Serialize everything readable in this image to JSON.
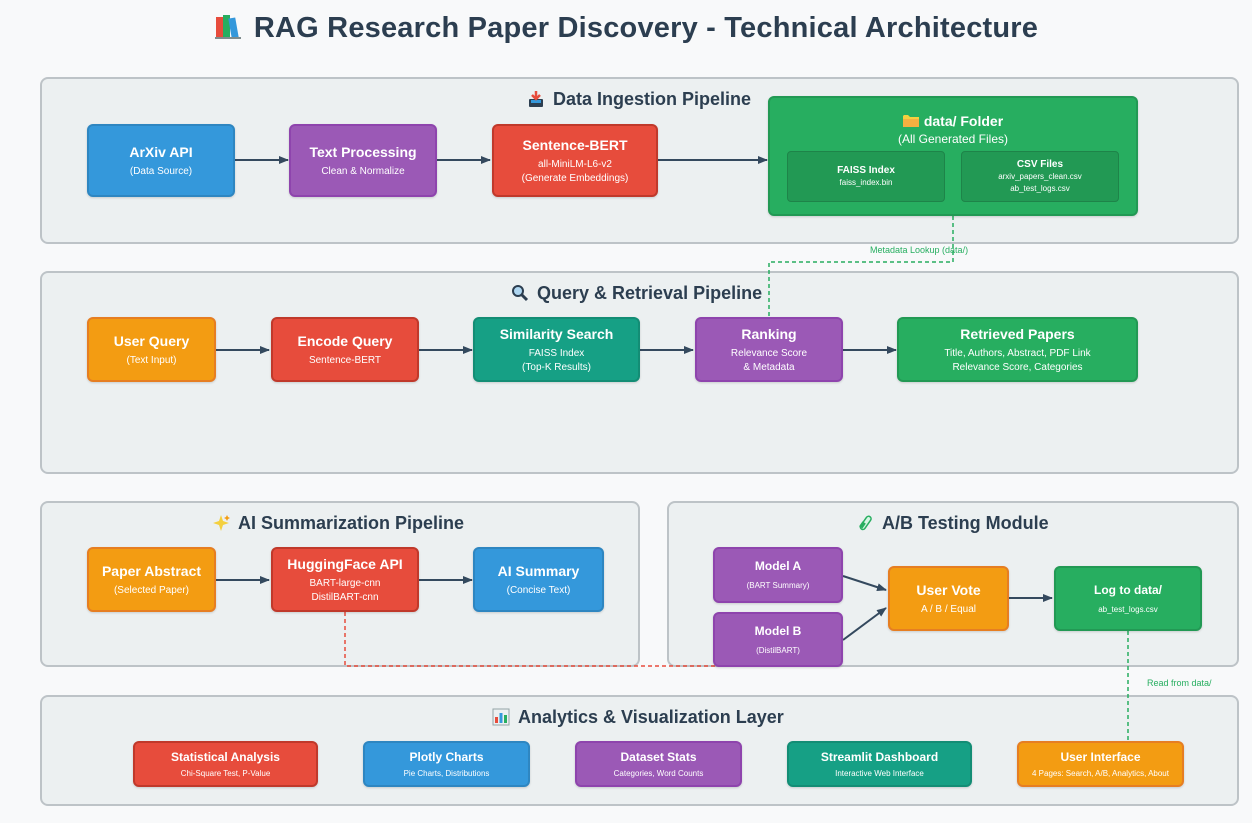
{
  "title": "RAG Research Paper Discovery - Technical Architecture",
  "sections": {
    "ingestion": "Data Ingestion Pipeline",
    "query": "Query & Retrieval Pipeline",
    "summarization": "AI Summarization Pipeline",
    "ab": "A/B Testing Module",
    "analytics": "Analytics & Visualization Layer"
  },
  "ingestion": {
    "arxiv": {
      "title": "ArXiv API",
      "sub": "(Data Source)"
    },
    "text": {
      "title": "Text Processing",
      "sub": "Clean & Normalize"
    },
    "sbert": {
      "title": "Sentence-BERT",
      "sub1": "all-MiniLM-L6-v2",
      "sub2": "(Generate Embeddings)"
    },
    "folder": {
      "title": "data/ Folder",
      "sub": "(All Generated Files)",
      "faiss": {
        "title": "FAISS Index",
        "file": "faiss_index.bin"
      },
      "csv": {
        "title": "CSV Files",
        "file1": "arxiv_papers_clean.csv",
        "file2": "ab_test_logs.csv"
      }
    }
  },
  "links": {
    "metadata": "Metadata Lookup (data/)",
    "read": "Read from data/"
  },
  "query": {
    "user": {
      "title": "User Query",
      "sub": "(Text Input)"
    },
    "encode": {
      "title": "Encode Query",
      "sub": "Sentence-BERT"
    },
    "similarity": {
      "title": "Similarity Search",
      "sub1": "FAISS Index",
      "sub2": "(Top-K Results)"
    },
    "ranking": {
      "title": "Ranking",
      "sub1": "Relevance Score",
      "sub2": "& Metadata"
    },
    "retrieved": {
      "title": "Retrieved Papers",
      "sub1": "Title, Authors, Abstract, PDF Link",
      "sub2": "Relevance Score, Categories"
    }
  },
  "summarization": {
    "abstract": {
      "title": "Paper Abstract",
      "sub": "(Selected Paper)"
    },
    "hf": {
      "title": "HuggingFace API",
      "sub1": "BART-large-cnn",
      "sub2": "DistilBART-cnn"
    },
    "summary": {
      "title": "AI Summary",
      "sub": "(Concise Text)"
    }
  },
  "ab": {
    "modelA": {
      "title": "Model A",
      "sub": "(BART Summary)"
    },
    "modelB": {
      "title": "Model B",
      "sub": "(DistilBART)"
    },
    "vote": {
      "title": "User Vote",
      "sub": "A / B / Equal"
    },
    "log": {
      "title": "Log to data/",
      "sub": "ab_test_logs.csv"
    }
  },
  "analytics": {
    "stat": {
      "title": "Statistical Analysis",
      "sub": "Chi-Square Test, P-Value"
    },
    "plotly": {
      "title": "Plotly Charts",
      "sub": "Pie Charts, Distributions"
    },
    "dataset": {
      "title": "Dataset Stats",
      "sub": "Categories, Word Counts"
    },
    "streamlit": {
      "title": "Streamlit Dashboard",
      "sub": "Interactive Web Interface"
    },
    "ui": {
      "title": "User Interface",
      "sub": "4 Pages: Search, A/B, Analytics, About"
    }
  },
  "colors": {
    "blue": "#3498db",
    "purple": "#9b59b6",
    "red": "#e74c3c",
    "green": "#27ae60",
    "orange": "#f39c12",
    "teal": "#16a085",
    "arrow": "#34495e",
    "dashed_green": "#27ae60",
    "dashed_red": "#e74c3c"
  },
  "icons": {
    "title": "books-icon",
    "ingestion": "inbox-tray-icon",
    "query": "magnifier-icon",
    "summarization": "sparkles-icon",
    "ab": "test-tube-icon",
    "analytics": "bar-chart-icon",
    "folder": "folder-icon"
  }
}
